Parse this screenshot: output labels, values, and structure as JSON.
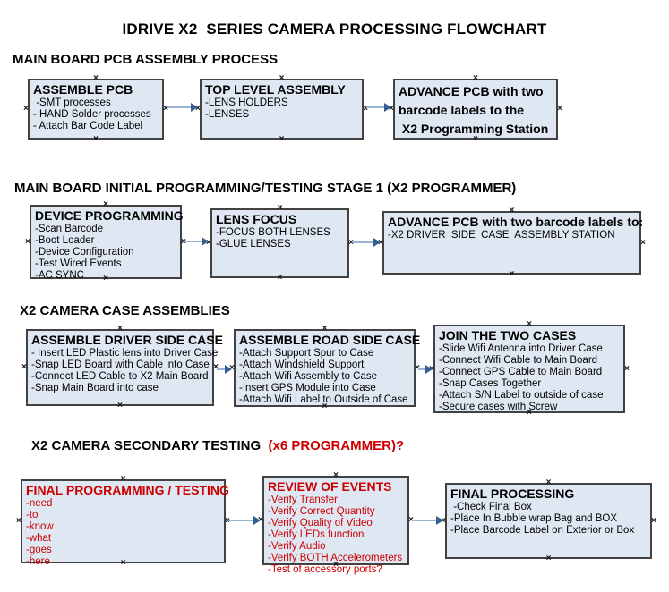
{
  "page_title": "IDRIVE X2  SERIES CAMERA PROCESSING FLOWCHART",
  "colors": {
    "box_fill": "#dfe7f3",
    "box_border": "#424242",
    "red_text": "#cc0000",
    "black_text": "#000000",
    "arrow_line": "#9ab3d5",
    "arrow_head": "#365f91"
  },
  "sections": [
    {
      "heading": "MAIN BOARD PCB ASSEMBLY PROCESS",
      "heading_suffix": ""
    },
    {
      "heading": "MAIN BOARD INITIAL PROGRAMMING/TESTING STAGE 1 (X2 PROGRAMMER)",
      "heading_suffix": ""
    },
    {
      "heading": "X2 CAMERA CASE ASSEMBLIES",
      "heading_suffix": ""
    },
    {
      "heading": "X2 CAMERA SECONDARY TESTING",
      "heading_suffix": "  (x6 PROGRAMMER)?"
    }
  ],
  "boxes": [
    {
      "title": "ASSEMBLE PCB",
      "items": [
        " -SMT processes",
        "- HAND Solder processes",
        "- Attach Bar Code Label"
      ]
    },
    {
      "title": "TOP LEVEL ASSEMBLY",
      "items": [
        "-LENS HOLDERS",
        "-LENSES"
      ]
    },
    {
      "title_lines": [
        "ADVANCE PCB with two",
        "barcode labels to the",
        " X2 Programming Station"
      ],
      "items": []
    },
    {
      "title": "DEVICE PROGRAMMING",
      "items": [
        "-Scan Barcode",
        "-Boot Loader",
        "-Device Configuration",
        "-Test Wired Events",
        "-AC SYNC"
      ]
    },
    {
      "title": "LENS FOCUS",
      "items": [
        "-FOCUS BOTH LENSES",
        "-GLUE LENSES"
      ]
    },
    {
      "title": "ADVANCE PCB with two barcode labels to:",
      "items": [
        "-X2 DRIVER  SIDE  CASE  ASSEMBLY STATION"
      ]
    },
    {
      "title": "ASSEMBLE DRIVER SIDE CASE",
      "items": [
        "- Insert LED Plastic lens into Driver Case",
        "-Snap LED Board with Cable into Case",
        "-Connect LED Cable to X2 Main Board",
        "-Snap Main Board into case"
      ]
    },
    {
      "title": "ASSEMBLE ROAD SIDE CASE",
      "items": [
        "-Attach Support Spur to Case",
        "-Attach Windshield Support",
        "-Attach Wifi Assembly to Case",
        "-Insert GPS Module into Case",
        "-Attach Wifi Label to Outside of Case"
      ]
    },
    {
      "title": "JOIN THE TWO CASES",
      "items": [
        "-Slide Wifi Antenna into Driver Case",
        "-Connect Wifi Cable to Main Board",
        "-Connect GPS Cable to Main Board",
        "-Snap Cases Together",
        "-Attach S/N Label to outside of case",
        "-Secure cases with Screw"
      ]
    },
    {
      "title": "FINAL PROGRAMMING / TESTING",
      "items": [
        "-need",
        "-to",
        "-know",
        "-what",
        "-goes",
        "-here"
      ]
    },
    {
      "title": "REVIEW OF EVENTS",
      "items": [
        "-Verify Transfer",
        "-Verify Correct Quantity",
        "-Verify Quality of Video",
        "-Verify LEDs function",
        "-Verify Audio",
        "-Verify BOTH Accelerometers",
        "-Test of accessory ports?"
      ]
    },
    {
      "title": "FINAL PROCESSING",
      "items": [
        " -Check Final Box",
        "-Place In Bubble wrap Bag and BOX",
        "-Place Barcode Label on Exterior or Box"
      ]
    }
  ]
}
